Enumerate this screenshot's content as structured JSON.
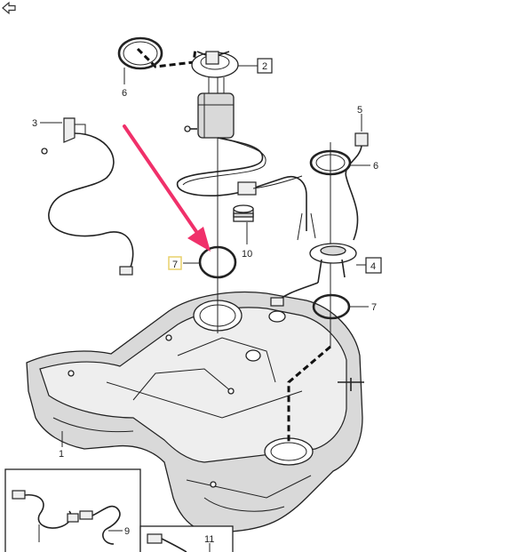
{
  "toolbar": {
    "back_icon": "back-arrow-icon"
  },
  "callouts": {
    "c1": "1",
    "c2": "2",
    "c3": "3",
    "c4": "4",
    "c5": "5",
    "c6a": "6",
    "c6b": "6",
    "c7a": "7",
    "c7b": "7",
    "c9": "9",
    "c10": "10",
    "c11": "11"
  },
  "colors": {
    "arrow": "#f0306a",
    "line": "#222222",
    "highlight_box": "#e9d16b"
  }
}
